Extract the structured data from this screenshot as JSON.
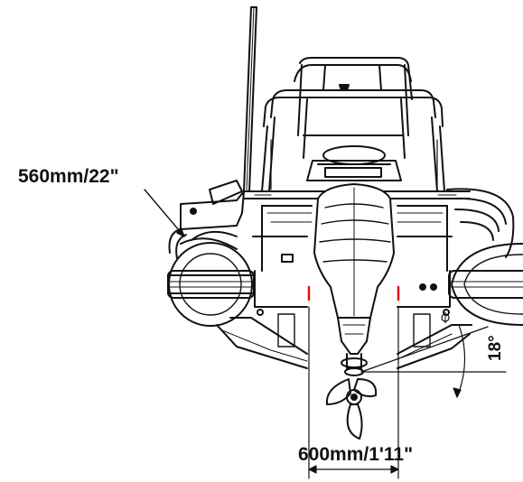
{
  "diagram": {
    "dimensions": {
      "tube_diameter": "560mm/22\"",
      "engine_spacing": "600mm/1'11\"",
      "deadrise_angle": "18°"
    },
    "colors": {
      "line": "#111111",
      "marker": "#e01010",
      "background": "#ffffff"
    }
  }
}
